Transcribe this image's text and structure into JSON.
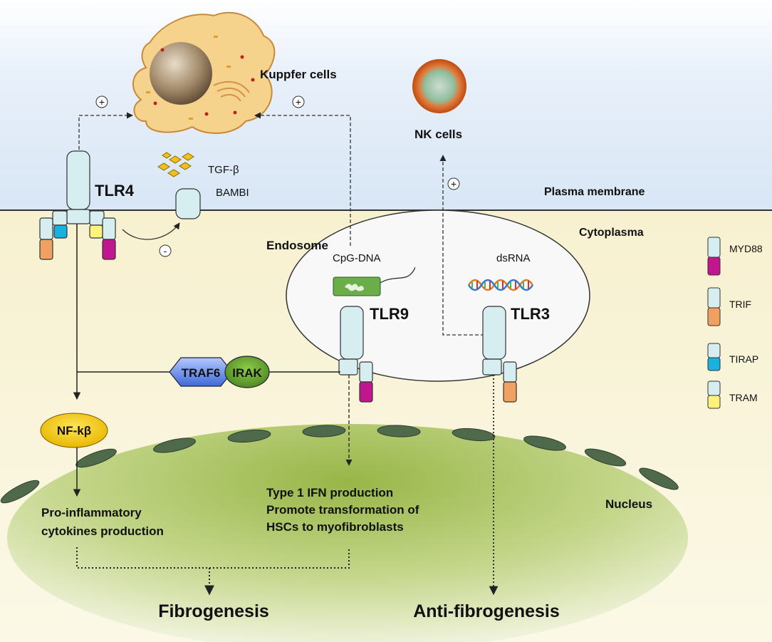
{
  "regions": {
    "plasma_membrane": "Plasma membrane",
    "cytoplasma": "Cytoplasma",
    "endosome": "Endosome",
    "nucleus": "Nucleus"
  },
  "cells": {
    "kuppfer": "Kuppfer cells",
    "nk": "NK cells"
  },
  "receptors": {
    "tlr4": "TLR4",
    "tlr9": "TLR9",
    "tlr3": "TLR3",
    "bambi": "BAMBI"
  },
  "ligands": {
    "tgf": "TGF-β",
    "cpg": "CpG-DNA",
    "dsrna": "dsRNA"
  },
  "signs": {
    "plus": "+",
    "minus": "-"
  },
  "complex": {
    "traf6": "TRAF6",
    "irak": "IRAK",
    "nfkb": "NF-kβ"
  },
  "outcomes": {
    "pro_line1": "Pro-inflammatory",
    "pro_line2": "cytokines production",
    "ifn_line1": "Type 1 IFN production",
    "ifn_line2": "Promote transformation of",
    "ifn_line3": "HSCs to myofibroblasts",
    "fibrogenesis": "Fibrogenesis",
    "anti_fibrogenesis": "Anti-fibrogenesis"
  },
  "legend": [
    {
      "label": "MYD88",
      "color": "#c0168f"
    },
    {
      "label": "TRIF",
      "color": "#f0a060"
    },
    {
      "label": "TIRAP",
      "color": "#1ab0e0"
    },
    {
      "label": "TRAM",
      "color": "#fff27a"
    }
  ],
  "colors": {
    "receptor_fill": "#d6eef0",
    "membrane_top": "#dce9f7",
    "cytoplasm": "#f8f2d2",
    "nucleus": "#a8c15a",
    "nfkb": "#f2c200",
    "traf6": "#4d7fe0",
    "irak": "#6aa22f",
    "cpg_box": "#6aae4a"
  }
}
